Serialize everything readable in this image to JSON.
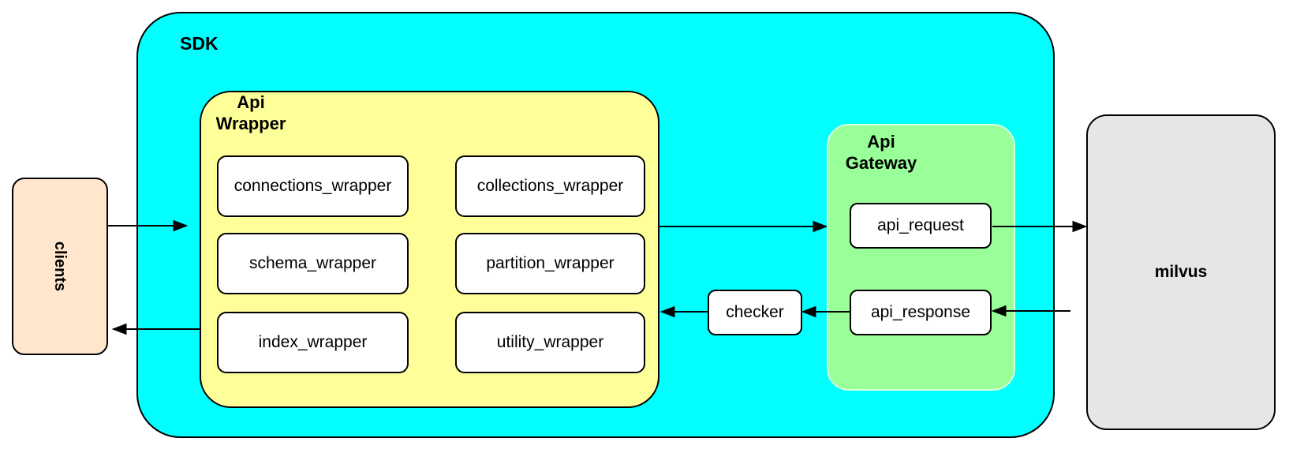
{
  "diagram": {
    "clients": {
      "label": "clients"
    },
    "sdk": {
      "label": "SDK"
    },
    "api_wrapper": {
      "label": "Api\nWrapper",
      "items": [
        {
          "label": "connections_wrapper"
        },
        {
          "label": "collections_wrapper"
        },
        {
          "label": "schema_wrapper"
        },
        {
          "label": "partition_wrapper"
        },
        {
          "label": "index_wrapper"
        },
        {
          "label": "utility_wrapper"
        }
      ]
    },
    "api_gateway": {
      "label": "Api\nGateway",
      "request": {
        "label": "api_request"
      },
      "response": {
        "label": "api_response"
      }
    },
    "checker": {
      "label": "checker"
    },
    "milvus": {
      "label": "milvus"
    },
    "colors": {
      "sdk_fill": "#00FFFF",
      "api_wrapper_fill": "#FFFF99",
      "api_gateway_fill": "#99FF99",
      "clients_fill": "#FFE6CC",
      "milvus_fill": "#E6E6E6",
      "node_fill": "#FFFFFF",
      "stroke": "#000000"
    },
    "edges": [
      {
        "from": "clients",
        "to": "api_wrapper"
      },
      {
        "from": "api_wrapper",
        "to": "api_gateway"
      },
      {
        "from": "api_request",
        "to": "milvus"
      },
      {
        "from": "milvus",
        "to": "api_response"
      },
      {
        "from": "api_response",
        "to": "checker"
      },
      {
        "from": "checker",
        "to": "api_wrapper"
      },
      {
        "from": "api_wrapper",
        "to": "clients"
      }
    ]
  }
}
